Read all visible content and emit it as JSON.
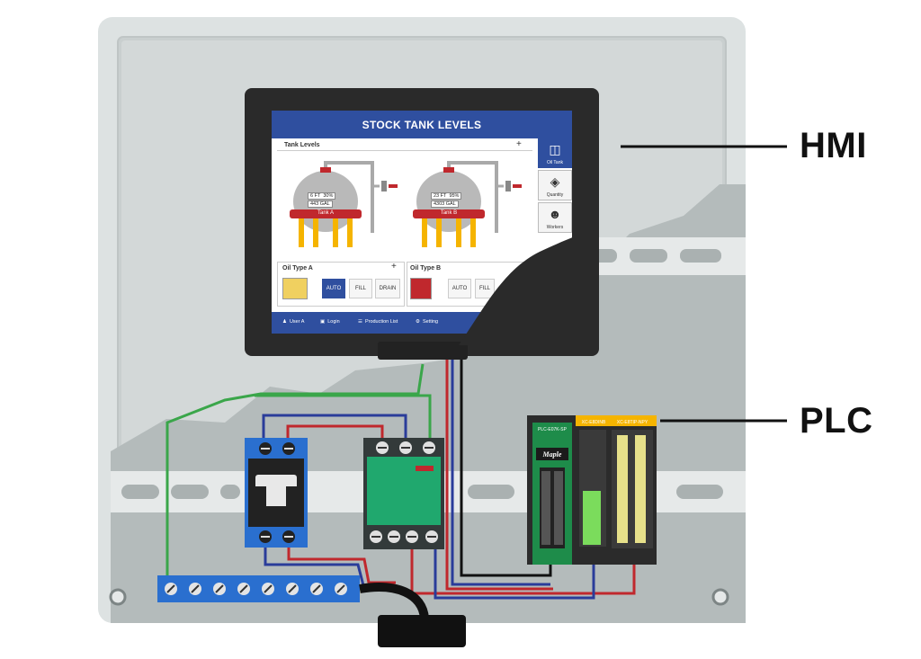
{
  "callouts": {
    "hmi": "HMI",
    "plc": "PLC"
  },
  "hmi": {
    "title": "STOCK TANK LEVELS",
    "tank_levels_label": "Tank Levels",
    "tanks": [
      {
        "name": "Tank A",
        "level": "6 FT",
        "percent": "30%",
        "volume": "443 GAL"
      },
      {
        "name": "Tank B",
        "level": "23 FT",
        "percent": "95%",
        "volume": "4303 GAL"
      }
    ],
    "side_nav": [
      {
        "label": "Oil Tank",
        "icon": "oil-tank-icon"
      },
      {
        "label": "Quantity",
        "icon": "quantity-icon"
      },
      {
        "label": "Workers",
        "icon": "workers-icon"
      }
    ],
    "oil_type_a": {
      "label": "Oil Type A",
      "buttons": [
        "AUTO",
        "FILL",
        "DRAIN"
      ],
      "active": "AUTO"
    },
    "oil_type_b": {
      "label": "Oil Type B",
      "buttons": [
        "AUTO",
        "FILL"
      ]
    },
    "footer": [
      {
        "label": "User A",
        "icon": "user-icon"
      },
      {
        "label": "Login",
        "icon": "lock-icon"
      },
      {
        "label": "Production List",
        "icon": "list-icon"
      },
      {
        "label": "Setting",
        "icon": "gear-icon"
      }
    ]
  },
  "plc": {
    "cpu_model": "PLC-E07K-SP",
    "brand": "Maple",
    "input_module": "XC-E8DINB",
    "output_module": "XC-E8TIP-NPY"
  },
  "colors": {
    "enclosure": "#dfe3e3",
    "backplate": "#b8bfbf",
    "hmi_header": "#2f4f9f",
    "wire_red": "#c0282d",
    "wire_blue": "#2a3c9a",
    "wire_green": "#3aa64a",
    "wire_black": "#111111",
    "terminal_blue": "#2a6fcf",
    "contactor_green": "#20a86e"
  }
}
